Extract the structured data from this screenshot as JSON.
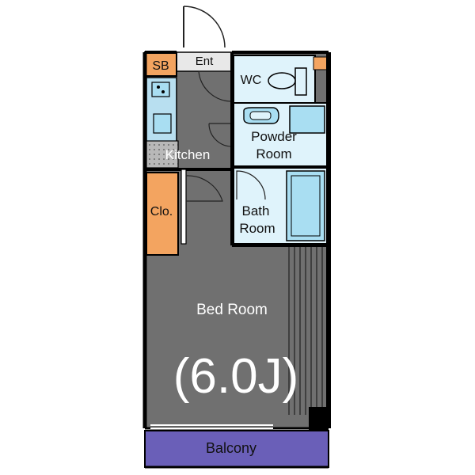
{
  "rooms": {
    "sb": "SB",
    "entrance": "Ent",
    "wc": "WC",
    "powder_room": [
      "Powder",
      "Room"
    ],
    "kitchen": "Kitchen",
    "closet": "Clo.",
    "bath_room": [
      "Bath",
      "Room"
    ],
    "bed_room": "Bed Room",
    "bed_room_size": "(6.0J)",
    "balcony": "Balcony"
  },
  "colors": {
    "floor": "#707070",
    "wall": "#000000",
    "fixture_blue": "#a9def2",
    "wet_area": "#dff3fb",
    "storage_orange": "#f3a460",
    "balcony": "#6a5fb8",
    "kitchen_tile": "#b8b8b8"
  }
}
